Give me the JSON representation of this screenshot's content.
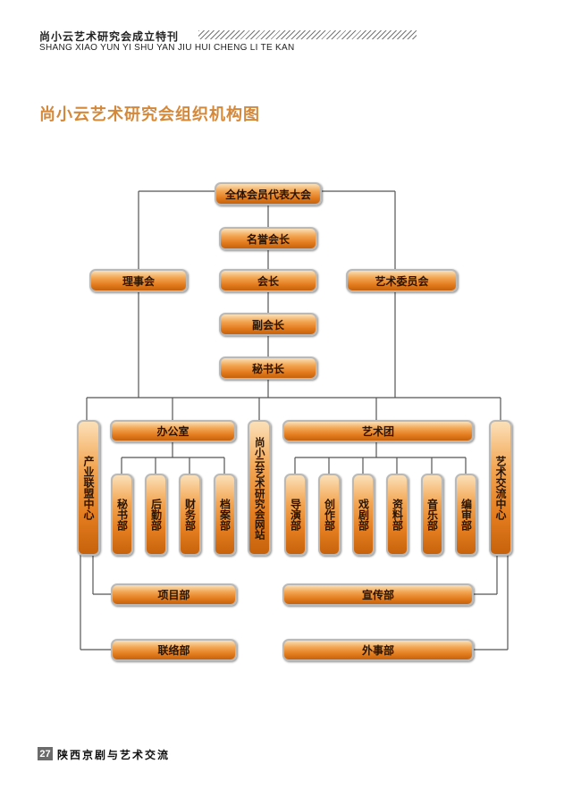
{
  "header": {
    "title_cn": "尚小云艺术研究会成立特刊",
    "title_en": "SHANG XIAO YUN YI SHU YAN JIU HUI CHENG LI TE KAN"
  },
  "page_title": "尚小云艺术研究会组织机构图",
  "org": {
    "general_assembly": "全体会员代表大会",
    "honorary_president": "名誉会长",
    "council": "理事会",
    "president": "会长",
    "art_committee": "艺术委员会",
    "vice_president": "副会长",
    "secretary_general": "秘书长",
    "industry_alliance": "产业联盟中心",
    "office": "办公室",
    "office_depts": [
      "秘书部",
      "后勤部",
      "财务部",
      "档案部"
    ],
    "website": "尚小云艺术研究会网站",
    "troupe": "艺术团",
    "troupe_depts": [
      "导演部",
      "创作部",
      "戏剧部",
      "资料部",
      "音乐部",
      "编审部"
    ],
    "art_exchange": "艺术交流中心",
    "project_dept": "项目部",
    "publicity_dept": "宣传部",
    "liaison_dept": "联络部",
    "foreign_affairs_dept": "外事部"
  },
  "footer": {
    "page_number": "27",
    "publication": "陕西京剧与艺术交流"
  }
}
